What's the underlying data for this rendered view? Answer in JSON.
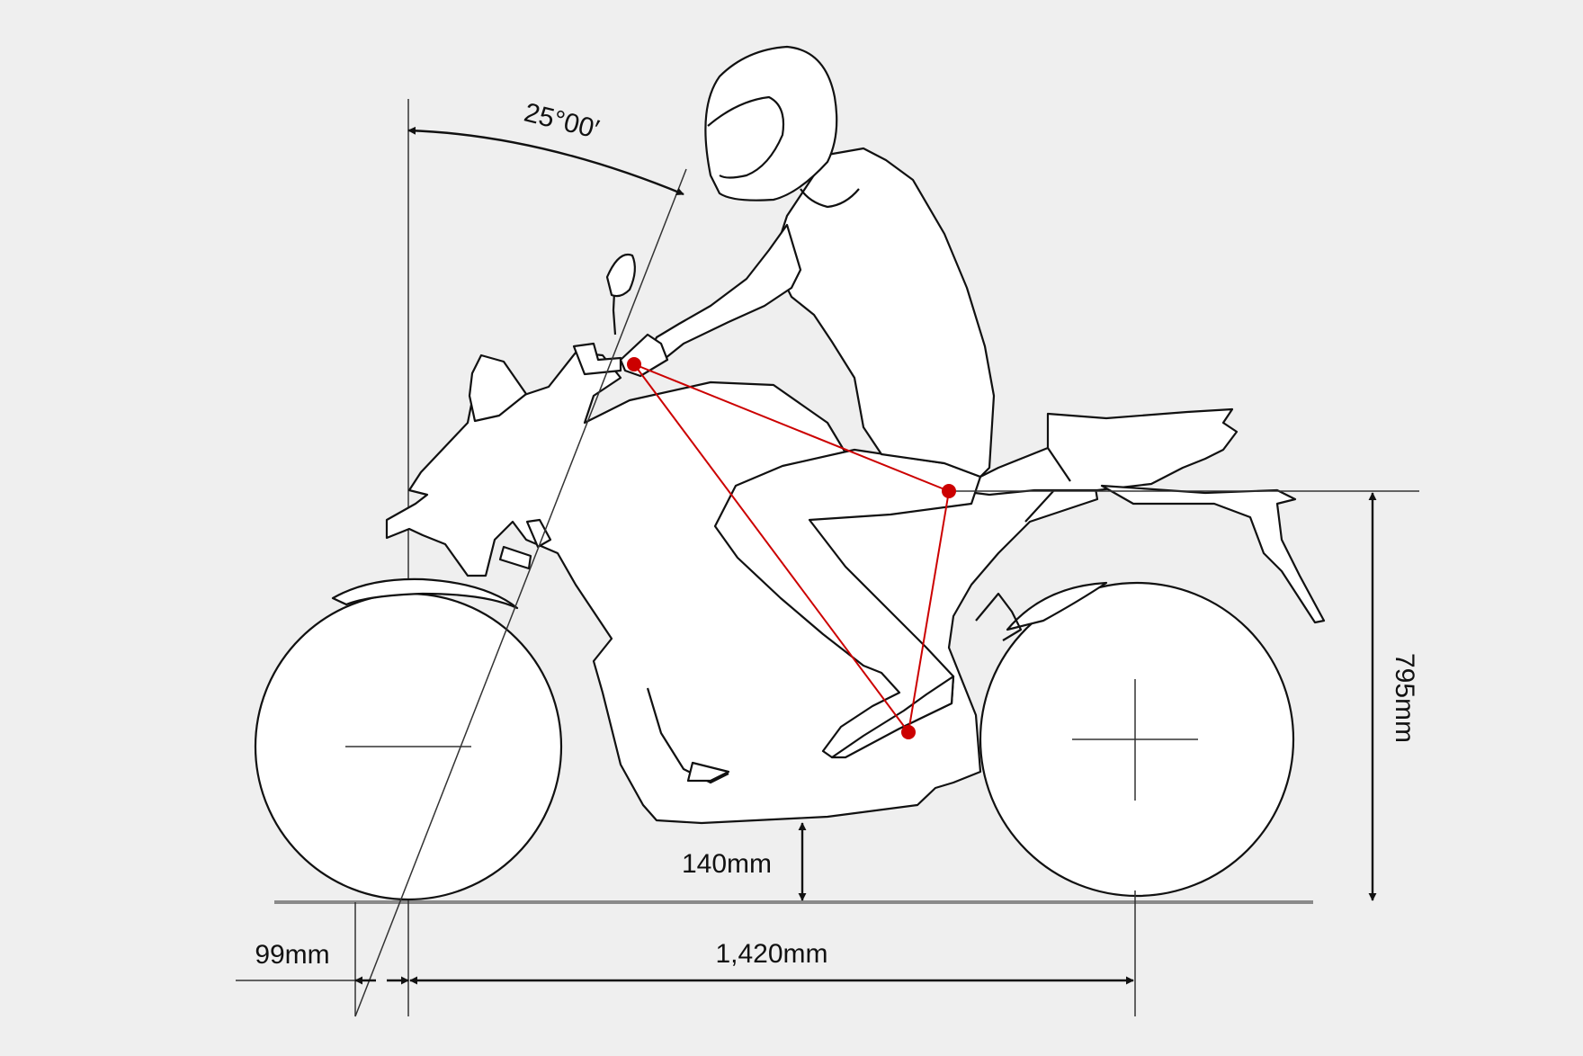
{
  "labels": {
    "rake_angle": "25°00′",
    "trail": "99mm",
    "wheelbase": "1,420mm",
    "ground_clearance": "140mm",
    "seat_height": "795mm"
  },
  "colors": {
    "background": "#efefef",
    "outline": "#111111",
    "fill": "#ffffff",
    "ergonomic_triangle": "#cc0000",
    "ground": "#8a8a8a"
  }
}
